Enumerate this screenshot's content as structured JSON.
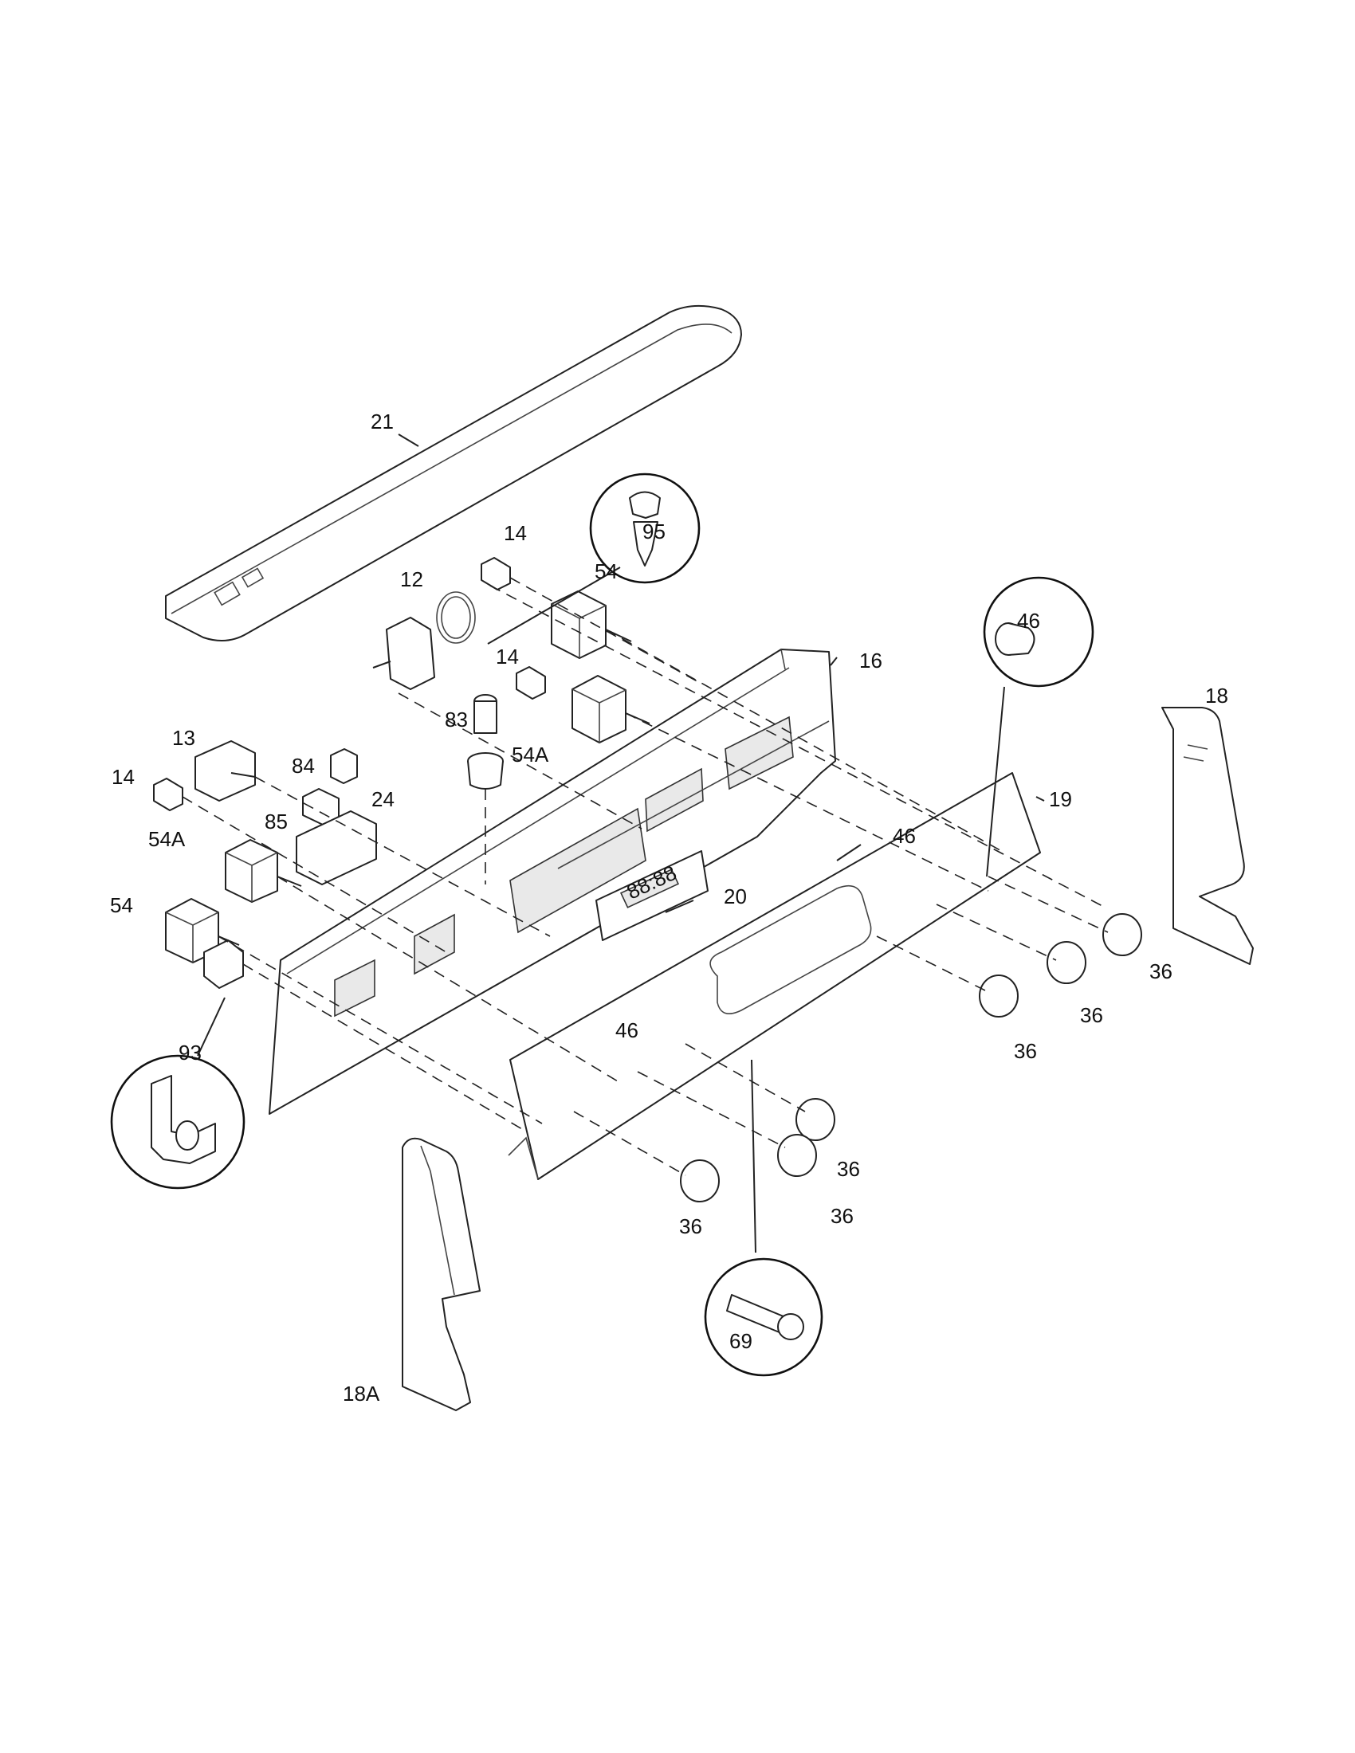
{
  "parts": [
    {
      "key": "21",
      "label": "21",
      "name": "control-panel-top-trim"
    },
    {
      "key": "95",
      "label": "95",
      "name": "push-pin-fastener"
    },
    {
      "key": "14a",
      "label": "14",
      "name": "infinite-switch-terminal-top"
    },
    {
      "key": "54a",
      "label": "54",
      "name": "infinite-switch-top"
    },
    {
      "key": "12",
      "label": "12",
      "name": "oven-thermostat"
    },
    {
      "key": "16",
      "label": "16",
      "name": "control-panel-back"
    },
    {
      "key": "46a",
      "label": "46",
      "name": "knob-callout"
    },
    {
      "key": "18",
      "label": "18",
      "name": "right-end-cap"
    },
    {
      "key": "14b",
      "label": "14",
      "name": "infinite-switch-terminal-middle"
    },
    {
      "key": "83",
      "label": "83",
      "name": "indicator-light"
    },
    {
      "key": "54A_a",
      "label": "54A",
      "name": "infinite-switch-middle"
    },
    {
      "key": "13",
      "label": "13",
      "name": "selector-switch"
    },
    {
      "key": "84",
      "label": "84",
      "name": "rocker-switch"
    },
    {
      "key": "24",
      "label": "24",
      "name": "light-switch"
    },
    {
      "key": "14c",
      "label": "14",
      "name": "infinite-switch-terminal-left"
    },
    {
      "key": "85",
      "label": "85",
      "name": "switch-housing"
    },
    {
      "key": "19",
      "label": "19",
      "name": "control-panel-front"
    },
    {
      "key": "54A_b",
      "label": "54A",
      "name": "infinite-switch-left"
    },
    {
      "key": "46b",
      "label": "46",
      "name": "panel-clip-upper"
    },
    {
      "key": "20",
      "label": "20",
      "name": "electronic-clock-control"
    },
    {
      "key": "54b",
      "label": "54",
      "name": "infinite-switch-left-lower"
    },
    {
      "key": "93",
      "label": "93",
      "name": "limit-switch-callout"
    },
    {
      "key": "46c",
      "label": "46",
      "name": "panel-clip-lower"
    },
    {
      "key": "36a",
      "label": "36",
      "name": "knob-right-1"
    },
    {
      "key": "36b",
      "label": "36",
      "name": "knob-right-2"
    },
    {
      "key": "36c",
      "label": "36",
      "name": "knob-right-3"
    },
    {
      "key": "36d",
      "label": "36",
      "name": "knob-lower-1"
    },
    {
      "key": "36e",
      "label": "36",
      "name": "knob-lower-2"
    },
    {
      "key": "36f",
      "label": "36",
      "name": "knob-lower-3"
    },
    {
      "key": "69",
      "label": "69",
      "name": "screw-callout"
    },
    {
      "key": "18A",
      "label": "18A",
      "name": "left-end-cap"
    }
  ],
  "display": {
    "readout": "88:88"
  }
}
